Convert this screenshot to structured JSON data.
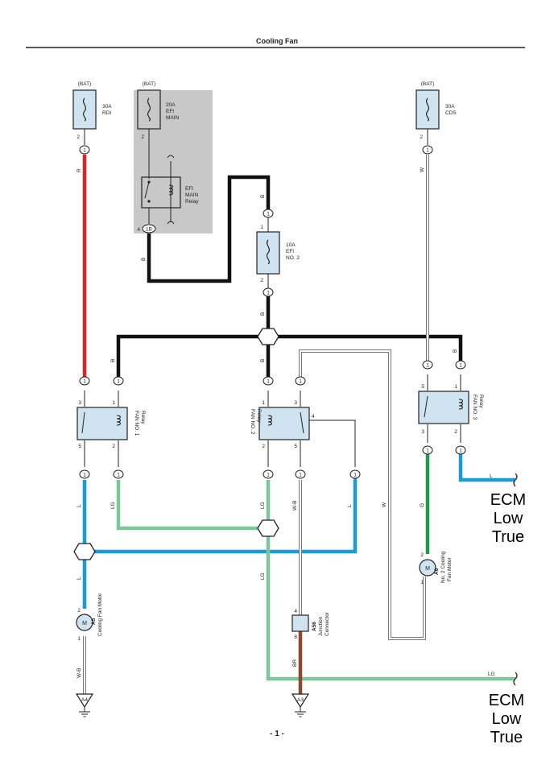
{
  "header": {
    "title": "Cooling Fan"
  },
  "footer": {
    "page": "- 1 -"
  },
  "colors": {
    "black_wire": "#111111",
    "red_wire": "#d9262b",
    "blue_wire": "#1a9ad6",
    "light_green_wire": "#7cc79a",
    "green_wire": "#1f9a4a",
    "brown_wire": "#8b4a2b",
    "white_wire": "#ffffff",
    "relay_fill": "#cfe3f0",
    "shaded_area": "#c8c8c8"
  },
  "fuses": [
    {
      "source": "(BAT)",
      "rating": "30A",
      "name": "RDI",
      "pin": "2",
      "conn": "1"
    },
    {
      "source": "(BAT)",
      "rating": "20A",
      "name1": "EFI",
      "name2": "MAIN",
      "pin": "2"
    },
    {
      "source": "(BAT)",
      "rating": "30A",
      "name": "CDS",
      "pin": "2",
      "conn": "1"
    },
    {
      "rating": "10A",
      "name1": "EFI",
      "name2": "NO. 2",
      "pin_top": "1",
      "pin_bottom": "2"
    }
  ],
  "efi_main_relay": {
    "line1": "EFI",
    "line2": "MAIN",
    "line3": "Relay",
    "pin": "4",
    "conn": "1B"
  },
  "relays": [
    {
      "name1": "FAN NO. 1",
      "name2": "Relay",
      "pins": [
        "3",
        "1",
        "5",
        "2"
      ]
    },
    {
      "name1": "FAN NO. 2",
      "name2": "Relay",
      "pins": [
        "1",
        "3",
        "2",
        "5",
        "4"
      ]
    },
    {
      "name1": "FAN NO. 3",
      "name2": "Relay",
      "pins": [
        "5",
        "1",
        "3",
        "2"
      ]
    }
  ],
  "motors": [
    {
      "symbol": "M",
      "id": "A5",
      "name1": "Cooling Fan Motor",
      "pin_top": "2",
      "pin_bottom": "1"
    },
    {
      "symbol": "M",
      "id": "A6",
      "name1": "No. 2 Cooling",
      "name2": "Fan Motor",
      "pin_top": "2",
      "pin_bottom": "1"
    }
  ],
  "junction": {
    "id": "A56",
    "name1": "Junction",
    "name2": "Connector",
    "pin_top": "4",
    "pin_bottom": "8"
  },
  "grounds": [
    {
      "id": "A4"
    },
    {
      "id": "A3"
    }
  ],
  "connector_label": "1",
  "wire_labels": {
    "r": "R",
    "b": "B",
    "w": "W",
    "l": "L",
    "lg": "LG",
    "wb": "W-B",
    "br": "BR",
    "g": "G"
  },
  "ecm_labels": [
    {
      "line1": "ECM",
      "line2": "Low",
      "line3": "True"
    },
    {
      "line1": "ECM",
      "line2": "Low",
      "line3": "True"
    }
  ]
}
